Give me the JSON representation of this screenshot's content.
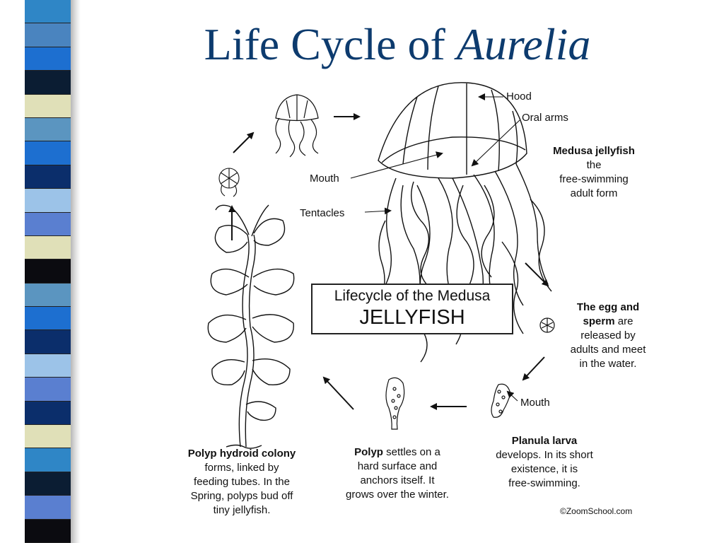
{
  "slide": {
    "title_main": "Life Cycle of",
    "title_italic": "Aurelia",
    "stripe_colors": [
      "#2f86c6",
      "#4a84bf",
      "#1d6fd0",
      "#0b1d33",
      "#e0e0b8",
      "#5b95c0",
      "#1d6fd0",
      "#0b2e6b",
      "#9cc3e8",
      "#5a7fd0",
      "#e0e0b8",
      "#0b0b10",
      "#5b95c0",
      "#1d6fd0",
      "#0b2e6b",
      "#9cc3e8",
      "#5a7fd0",
      "#0b2e6b",
      "#e0e0b8",
      "#2f86c6",
      "#0b1d33",
      "#5a7fd0",
      "#0b0b10"
    ]
  },
  "diagram": {
    "box_line1": "Lifecycle of the Medusa",
    "box_line2": "JELLYFISH",
    "labels": {
      "hood": "Hood",
      "oral_arms": "Oral arms",
      "mouth_medusa": "Mouth",
      "tentacles": "Tentacles",
      "mouth_planula": "Mouth"
    },
    "captions": {
      "medusa": {
        "bold": "Medusa jellyfish",
        "lines": [
          "the",
          "free-swimming",
          "adult form"
        ]
      },
      "egg": {
        "bold1": "The egg and",
        "bold2": "sperm",
        "rest2": " are",
        "lines": [
          "released by",
          "adults and meet",
          "in the water."
        ]
      },
      "planula": {
        "bold": "Planula larva",
        "lines": [
          "develops. In its short",
          "existence, it is",
          "free-swimming."
        ]
      },
      "polyp": {
        "bold": "Polyp",
        "rest1": " settles on a",
        "lines": [
          "hard surface and",
          "anchors itself.  It",
          "grows over the winter."
        ]
      },
      "colony": {
        "bold": "Polyp hydroid colony",
        "lines": [
          "forms, linked by",
          "feeding tubes.  In the",
          "Spring, polyps bud off",
          "tiny jellyfish."
        ]
      }
    },
    "copyright": "©ZoomSchool.com"
  }
}
